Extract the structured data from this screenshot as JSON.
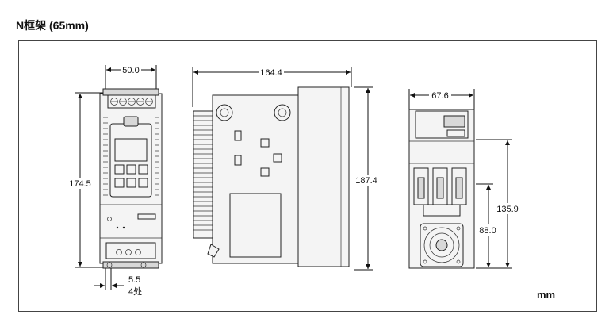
{
  "title": "N框架 (65mm)",
  "unit": "mm",
  "dimensions": {
    "front_width": "50.0",
    "front_height": "174.5",
    "hole_size": "5.5",
    "hole_count": "4处",
    "side_depth": "164.4",
    "side_height": "187.4",
    "bottom_width": "67.6",
    "bottom_height_1": "135.9",
    "bottom_height_2": "88.0"
  }
}
